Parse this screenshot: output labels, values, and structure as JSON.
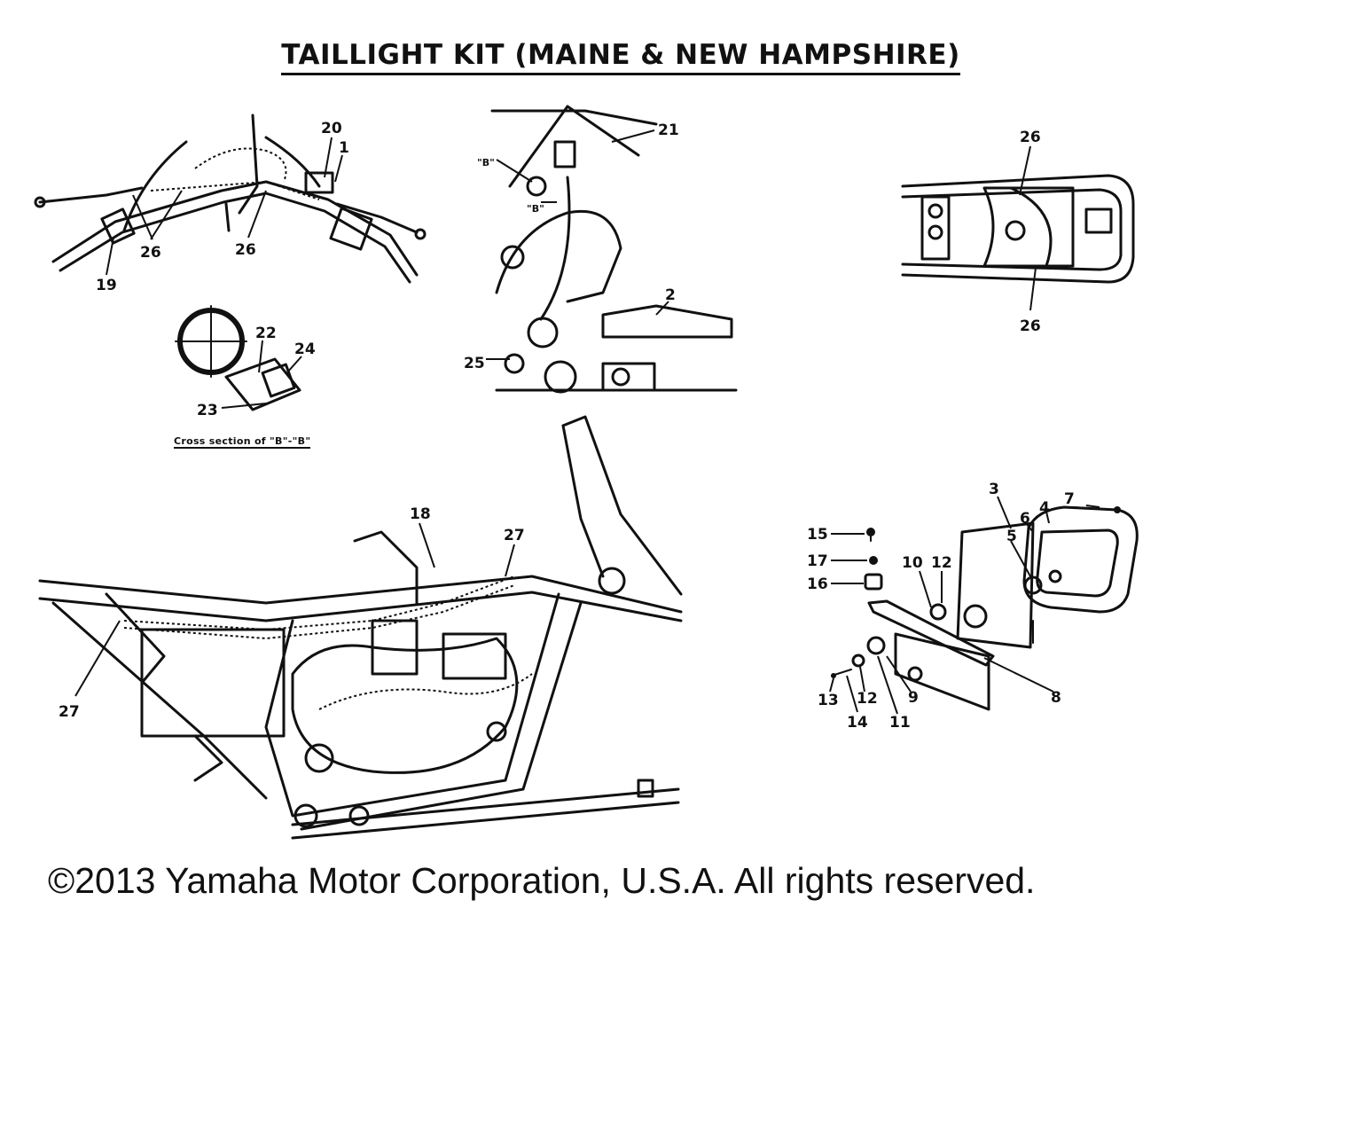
{
  "title": "TAILLIGHT KIT (MAINE & NEW HAMPSHIRE)",
  "cross_section_caption": "Cross section of \"B\"-\"B\"",
  "section_marks": [
    "\"B\"",
    "\"B\""
  ],
  "callouts": {
    "c1": "1",
    "c2": "2",
    "c3": "3",
    "c4": "4",
    "c5": "5",
    "c6": "6",
    "c7": "7",
    "c8": "8",
    "c9": "9",
    "c10": "10",
    "c11": "11",
    "c12a": "12",
    "c12b": "12",
    "c13": "13",
    "c14": "14",
    "c15": "15",
    "c16": "16",
    "c17": "17",
    "c18": "18",
    "c19": "19",
    "c20": "20",
    "c21": "21",
    "c22": "22",
    "c23": "23",
    "c24": "24",
    "c25": "25",
    "c26a": "26",
    "c26b": "26",
    "c26c": "26",
    "c26d": "26",
    "c27a": "27",
    "c27b": "27"
  },
  "copyright": "©2013 Yamaha Motor Corporation, U.S.A. All rights reserved."
}
